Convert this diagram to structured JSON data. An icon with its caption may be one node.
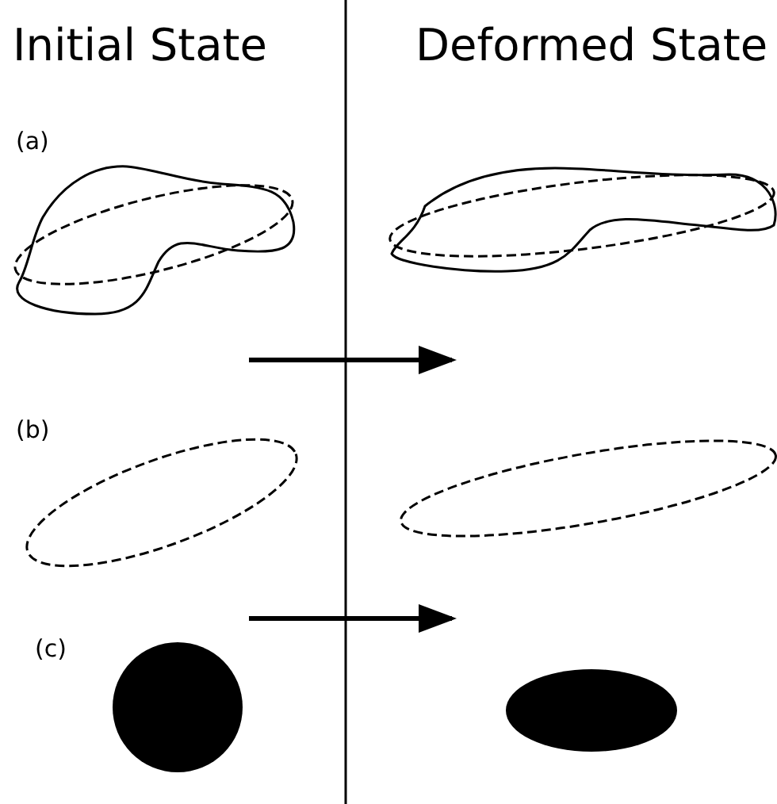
{
  "diagram": {
    "labels": [
      "Initial State",
      "Deformed State",
      "(a)",
      "(b)",
      "(c)"
    ]
  }
}
